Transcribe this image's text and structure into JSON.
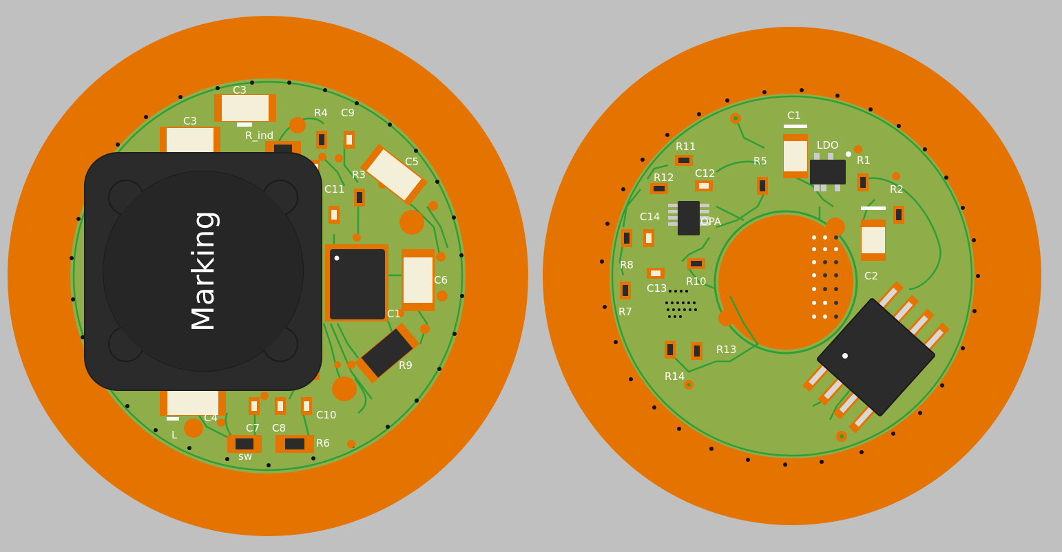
{
  "colors": {
    "background": "#c0c0c0",
    "outer_ring": "#e57300",
    "board": "#8fae4a",
    "copper": "#e57300",
    "trace": "#2e9e36",
    "silkscreen": "#ffffff",
    "component_body": "#2b2b2b",
    "ceramic": "#f3efd9"
  },
  "left_board": {
    "inductor_marking": "Marking",
    "labels": {
      "c3a": "C3",
      "c3b": "C3",
      "r_ind": "R_ind",
      "r4": "R4",
      "c9": "C9",
      "r3": "R3",
      "c5": "C5",
      "c11": "C11",
      "c6": "C6",
      "c1": "C1",
      "r9": "R9",
      "c4": "C4",
      "l": "L",
      "c7": "C7",
      "c8": "C8",
      "c10": "C10",
      "sw": "sw",
      "r6": "R6"
    }
  },
  "right_board": {
    "labels": {
      "c1": "C1",
      "ldo": "LDO",
      "r11": "R11",
      "r12": "R12",
      "c12": "C12",
      "r5": "R5",
      "r1": "R1",
      "r2": "R2",
      "c14": "C14",
      "opa": "OPA",
      "c2": "C2",
      "r8": "R8",
      "c13": "C13",
      "r10": "R10",
      "r7": "R7",
      "r13": "R13",
      "r14": "R14"
    }
  }
}
